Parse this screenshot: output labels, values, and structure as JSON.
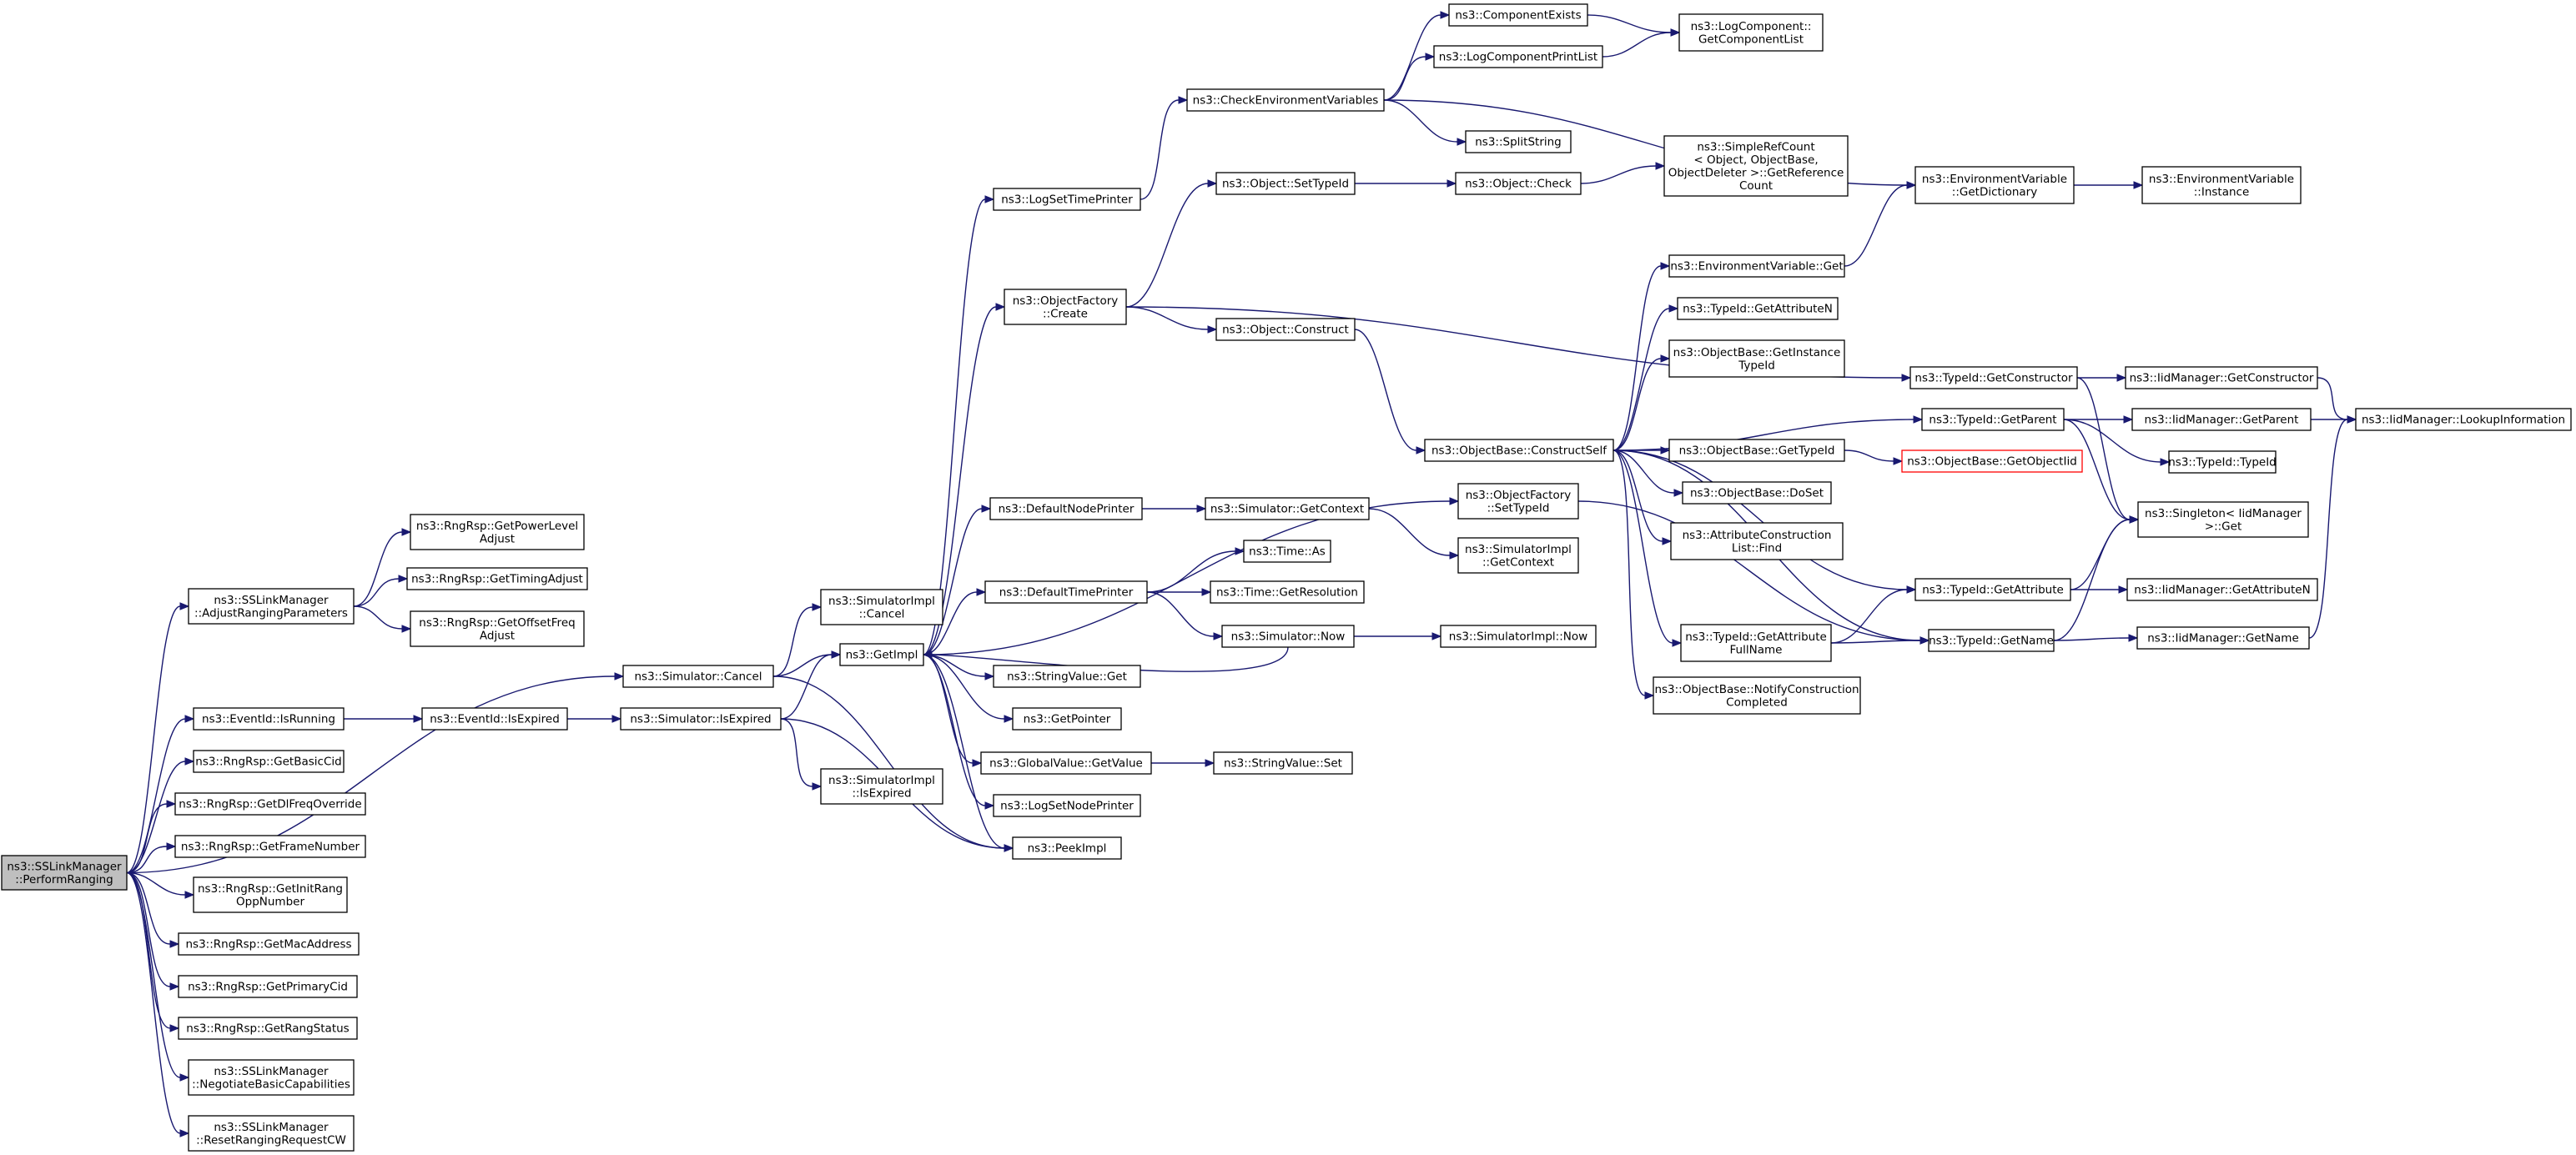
{
  "graph": {
    "nodes": [
      {
        "id": "n0",
        "lines": [
          "ns3::SSLinkManager",
          "::PerformRanging"
        ],
        "root": true
      },
      {
        "id": "n1",
        "lines": [
          "ns3::SSLinkManager",
          "::AdjustRangingParameters"
        ]
      },
      {
        "id": "n2",
        "lines": [
          "ns3::RngRsp::GetPowerLevel",
          "Adjust"
        ]
      },
      {
        "id": "n3",
        "lines": [
          "ns3::RngRsp::GetTimingAdjust"
        ]
      },
      {
        "id": "n4",
        "lines": [
          "ns3::RngRsp::GetOffsetFreq",
          "Adjust"
        ]
      },
      {
        "id": "n5",
        "lines": [
          "ns3::Simulator::Cancel"
        ]
      },
      {
        "id": "n6",
        "lines": [
          "ns3::SimulatorImpl",
          "::Cancel"
        ]
      },
      {
        "id": "n7",
        "lines": [
          "ns3::GetImpl"
        ]
      },
      {
        "id": "n8",
        "lines": [
          "ns3::EventId::IsRunning"
        ]
      },
      {
        "id": "n9",
        "lines": [
          "ns3::EventId::IsExpired"
        ]
      },
      {
        "id": "n10",
        "lines": [
          "ns3::Simulator::IsExpired"
        ]
      },
      {
        "id": "n11",
        "lines": [
          "ns3::SimulatorImpl",
          "::IsExpired"
        ]
      },
      {
        "id": "n12",
        "lines": [
          "ns3::RngRsp::GetBasicCid"
        ]
      },
      {
        "id": "n13",
        "lines": [
          "ns3::RngRsp::GetDlFreqOverride"
        ]
      },
      {
        "id": "n14",
        "lines": [
          "ns3::RngRsp::GetFrameNumber"
        ]
      },
      {
        "id": "n15",
        "lines": [
          "ns3::RngRsp::GetInitRang",
          "OppNumber"
        ]
      },
      {
        "id": "n16",
        "lines": [
          "ns3::RngRsp::GetMacAddress"
        ]
      },
      {
        "id": "n17",
        "lines": [
          "ns3::RngRsp::GetPrimaryCid"
        ]
      },
      {
        "id": "n18",
        "lines": [
          "ns3::RngRsp::GetRangStatus"
        ]
      },
      {
        "id": "n19",
        "lines": [
          "ns3::SSLinkManager",
          "::NegotiateBasicCapabilities"
        ]
      },
      {
        "id": "n20",
        "lines": [
          "ns3::SSLinkManager",
          "::ResetRangingRequestCW"
        ]
      },
      {
        "id": "n21",
        "lines": [
          "ns3::LogSetTimePrinter"
        ]
      },
      {
        "id": "n22",
        "lines": [
          "ns3::ObjectFactory",
          "::Create"
        ]
      },
      {
        "id": "n23",
        "lines": [
          "ns3::DefaultNodePrinter"
        ]
      },
      {
        "id": "n24",
        "lines": [
          "ns3::DefaultTimePrinter"
        ]
      },
      {
        "id": "n25",
        "lines": [
          "ns3::StringValue::Get"
        ]
      },
      {
        "id": "n26",
        "lines": [
          "ns3::GetPointer"
        ]
      },
      {
        "id": "n27",
        "lines": [
          "ns3::GlobalValue::GetValue"
        ]
      },
      {
        "id": "n28",
        "lines": [
          "ns3::LogSetNodePrinter"
        ]
      },
      {
        "id": "n29",
        "lines": [
          "ns3::PeekImpl"
        ]
      },
      {
        "id": "n30",
        "lines": [
          "ns3::CheckEnvironmentVariables"
        ]
      },
      {
        "id": "n31",
        "lines": [
          "ns3::Object::SetTypeId"
        ]
      },
      {
        "id": "n32",
        "lines": [
          "ns3::Object::Construct"
        ]
      },
      {
        "id": "n33",
        "lines": [
          "ns3::Simulator::GetContext"
        ]
      },
      {
        "id": "n34",
        "lines": [
          "ns3::Time::As"
        ]
      },
      {
        "id": "n35",
        "lines": [
          "ns3::Time::GetResolution"
        ]
      },
      {
        "id": "n36",
        "lines": [
          "ns3::Simulator::Now"
        ]
      },
      {
        "id": "n37",
        "lines": [
          "ns3::StringValue::Set"
        ]
      },
      {
        "id": "n38",
        "lines": [
          "ns3::ComponentExists"
        ]
      },
      {
        "id": "n39",
        "lines": [
          "ns3::LogComponentPrintList"
        ]
      },
      {
        "id": "n40",
        "lines": [
          "ns3::SplitString"
        ]
      },
      {
        "id": "n41",
        "lines": [
          "ns3::Object::Check"
        ]
      },
      {
        "id": "n42",
        "lines": [
          "ns3::ObjectBase::ConstructSelf"
        ]
      },
      {
        "id": "n43",
        "lines": [
          "ns3::ObjectFactory",
          "::SetTypeId"
        ]
      },
      {
        "id": "n44",
        "lines": [
          "ns3::SimulatorImpl",
          "::GetContext"
        ]
      },
      {
        "id": "n45",
        "lines": [
          "ns3::SimulatorImpl::Now"
        ]
      },
      {
        "id": "n46",
        "lines": [
          "ns3::LogComponent::",
          "GetComponentList"
        ]
      },
      {
        "id": "n47",
        "lines": [
          "ns3::SimpleRefCount",
          "< Object, ObjectBase,",
          "ObjectDeleter >::GetReference",
          "Count"
        ]
      },
      {
        "id": "n48",
        "lines": [
          "ns3::EnvironmentVariable::Get"
        ]
      },
      {
        "id": "n49",
        "lines": [
          "ns3::TypeId::GetAttributeN"
        ]
      },
      {
        "id": "n50",
        "lines": [
          "ns3::ObjectBase::GetInstance",
          "TypeId"
        ]
      },
      {
        "id": "n51",
        "lines": [
          "ns3::ObjectBase::GetTypeId"
        ]
      },
      {
        "id": "n52",
        "lines": [
          "ns3::ObjectBase::DoSet"
        ]
      },
      {
        "id": "n53",
        "lines": [
          "ns3::AttributeConstruction",
          "List::Find"
        ]
      },
      {
        "id": "n54",
        "lines": [
          "ns3::TypeId::GetAttribute",
          "FullName"
        ]
      },
      {
        "id": "n55",
        "lines": [
          "ns3::ObjectBase::NotifyConstruction",
          "Completed"
        ]
      },
      {
        "id": "n56",
        "lines": [
          "ns3::EnvironmentVariable",
          "::GetDictionary"
        ]
      },
      {
        "id": "n57",
        "lines": [
          "ns3::TypeId::GetConstructor"
        ]
      },
      {
        "id": "n58",
        "lines": [
          "ns3::TypeId::GetParent"
        ]
      },
      {
        "id": "n59",
        "lines": [
          "ns3::TypeId::GetAttribute"
        ]
      },
      {
        "id": "n60",
        "lines": [
          "ns3::TypeId::GetName"
        ]
      },
      {
        "id": "n61",
        "lines": [
          "ns3::ObjectBase::GetObjectIid"
        ],
        "red": true
      },
      {
        "id": "n62",
        "lines": [
          "ns3::EnvironmentVariable",
          "::Instance"
        ]
      },
      {
        "id": "n63",
        "lines": [
          "ns3::IidManager::GetConstructor"
        ]
      },
      {
        "id": "n64",
        "lines": [
          "ns3::IidManager::GetParent"
        ]
      },
      {
        "id": "n65",
        "lines": [
          "ns3::TypeId::TypeId"
        ]
      },
      {
        "id": "n66",
        "lines": [
          "ns3::Singleton< IidManager",
          ">::Get"
        ]
      },
      {
        "id": "n67",
        "lines": [
          "ns3::IidManager::GetAttributeN"
        ]
      },
      {
        "id": "n68",
        "lines": [
          "ns3::IidManager::GetName"
        ]
      },
      {
        "id": "n69",
        "lines": [
          "ns3::IidManager::LookupInformation"
        ]
      }
    ],
    "edges": [
      [
        "n0",
        "n1"
      ],
      [
        "n0",
        "n5"
      ],
      [
        "n0",
        "n8"
      ],
      [
        "n0",
        "n12"
      ],
      [
        "n0",
        "n13"
      ],
      [
        "n0",
        "n14"
      ],
      [
        "n0",
        "n15"
      ],
      [
        "n0",
        "n16"
      ],
      [
        "n0",
        "n17"
      ],
      [
        "n0",
        "n18"
      ],
      [
        "n0",
        "n19"
      ],
      [
        "n0",
        "n20"
      ],
      [
        "n1",
        "n2"
      ],
      [
        "n1",
        "n3"
      ],
      [
        "n1",
        "n4"
      ],
      [
        "n5",
        "n6"
      ],
      [
        "n5",
        "n7"
      ],
      [
        "n5",
        "n29"
      ],
      [
        "n8",
        "n9"
      ],
      [
        "n9",
        "n10"
      ],
      [
        "n10",
        "n7"
      ],
      [
        "n10",
        "n11"
      ],
      [
        "n10",
        "n29"
      ],
      [
        "n7",
        "n21"
      ],
      [
        "n7",
        "n22"
      ],
      [
        "n7",
        "n23"
      ],
      [
        "n7",
        "n24"
      ],
      [
        "n7",
        "n25"
      ],
      [
        "n7",
        "n26"
      ],
      [
        "n7",
        "n27"
      ],
      [
        "n7",
        "n28"
      ],
      [
        "n7",
        "n29"
      ],
      [
        "n7",
        "n43"
      ],
      [
        "n21",
        "n30"
      ],
      [
        "n30",
        "n38"
      ],
      [
        "n30",
        "n39"
      ],
      [
        "n30",
        "n40"
      ],
      [
        "n30",
        "n56"
      ],
      [
        "n38",
        "n46"
      ],
      [
        "n39",
        "n46"
      ],
      [
        "n22",
        "n31"
      ],
      [
        "n22",
        "n32"
      ],
      [
        "n22",
        "n57"
      ],
      [
        "n31",
        "n41"
      ],
      [
        "n41",
        "n47"
      ],
      [
        "n32",
        "n42"
      ],
      [
        "n23",
        "n33"
      ],
      [
        "n33",
        "n44"
      ],
      [
        "n24",
        "n34"
      ],
      [
        "n24",
        "n35"
      ],
      [
        "n24",
        "n36"
      ],
      [
        "n36",
        "n45"
      ],
      [
        "n36",
        "n7"
      ],
      [
        "n27",
        "n37"
      ],
      [
        "n42",
        "n48"
      ],
      [
        "n42",
        "n49"
      ],
      [
        "n42",
        "n50"
      ],
      [
        "n42",
        "n51"
      ],
      [
        "n42",
        "n52"
      ],
      [
        "n42",
        "n53"
      ],
      [
        "n42",
        "n54"
      ],
      [
        "n42",
        "n55"
      ],
      [
        "n42",
        "n58"
      ],
      [
        "n42",
        "n59"
      ],
      [
        "n42",
        "n60"
      ],
      [
        "n48",
        "n56"
      ],
      [
        "n56",
        "n62"
      ],
      [
        "n51",
        "n61"
      ],
      [
        "n43",
        "n60"
      ],
      [
        "n54",
        "n59"
      ],
      [
        "n54",
        "n60"
      ],
      [
        "n57",
        "n63"
      ],
      [
        "n57",
        "n66"
      ],
      [
        "n58",
        "n64"
      ],
      [
        "n58",
        "n65"
      ],
      [
        "n58",
        "n66"
      ],
      [
        "n59",
        "n66"
      ],
      [
        "n59",
        "n67"
      ],
      [
        "n60",
        "n66"
      ],
      [
        "n60",
        "n68"
      ],
      [
        "n63",
        "n69"
      ],
      [
        "n64",
        "n69"
      ],
      [
        "n68",
        "n69"
      ]
    ]
  }
}
